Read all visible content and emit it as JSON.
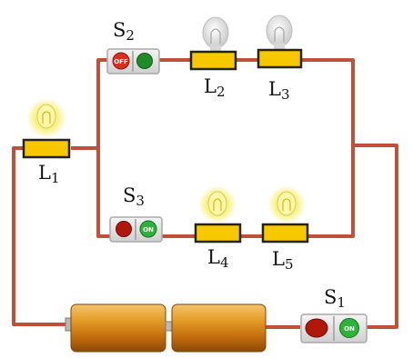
{
  "labels": {
    "l1": {
      "main": "L",
      "sub": "1"
    },
    "l2": {
      "main": "L",
      "sub": "2"
    },
    "l3": {
      "main": "L",
      "sub": "3"
    },
    "l4": {
      "main": "L",
      "sub": "4"
    },
    "l5": {
      "main": "L",
      "sub": "5"
    },
    "s1": {
      "main": "S",
      "sub": "1"
    },
    "s2": {
      "main": "S",
      "sub": "2"
    },
    "s3": {
      "main": "S",
      "sub": "3"
    }
  },
  "switches": {
    "s1": {
      "state_text": "ON"
    },
    "s2": {
      "state_text": "OFF"
    },
    "s3": {
      "state_text": "ON"
    }
  },
  "bulbs": {
    "l1": "lit",
    "l2": "off",
    "l3": "off",
    "l4": "lit",
    "l5": "lit"
  },
  "colors": {
    "wire": "#c0503a",
    "bulb_base": "#f7c800",
    "lit_glow": "#f6f07a",
    "switch_on": "#2fb23a",
    "switch_off": "#d9301e",
    "battery": "#d98716"
  }
}
